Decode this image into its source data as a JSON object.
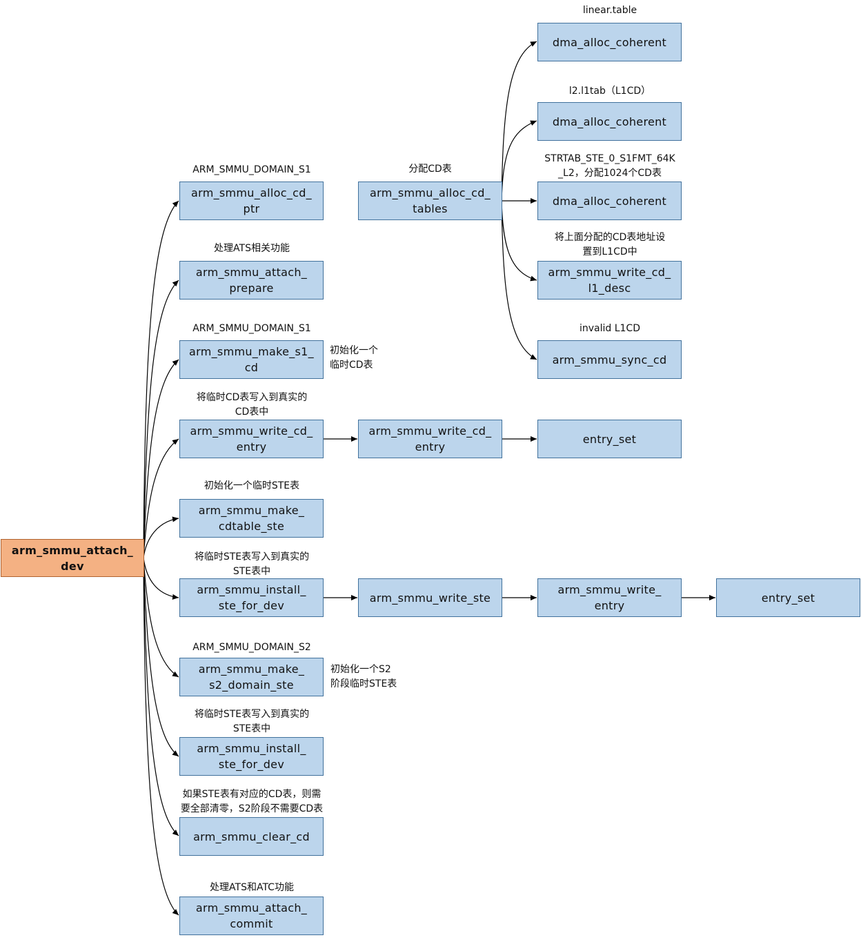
{
  "root": {
    "label": "arm_smmu_attach_\ndev"
  },
  "functions": {
    "alloc_cd_ptr": "arm_smmu_alloc_cd_\nptr",
    "attach_prepare": "arm_smmu_attach_\nprepare",
    "make_s1_cd": "arm_smmu_make_s1_\ncd",
    "write_cd_entry": "arm_smmu_write_cd_\nentry",
    "make_cdtable_ste": "arm_smmu_make_\ncdtable_ste",
    "install_ste_for_dev_1": "arm_smmu_install_\nste_for_dev",
    "make_s2_domain_ste": "arm_smmu_make_\ns2_domain_ste",
    "install_ste_for_dev_2": "arm_smmu_install_\nste_for_dev",
    "clear_cd": "arm_smmu_clear_cd",
    "attach_commit": "arm_smmu_attach_\ncommit",
    "alloc_cd_tables": "arm_smmu_alloc_cd_\ntables",
    "write_cd_entry_inner": "arm_smmu_write_cd_\nentry",
    "entry_set_cd": "entry_set",
    "write_ste": "arm_smmu_write_ste",
    "write_entry": "arm_smmu_write_\nentry",
    "entry_set_ste": "entry_set",
    "dma_alloc_1": "dma_alloc_coherent",
    "dma_alloc_2": "dma_alloc_coherent",
    "dma_alloc_3": "dma_alloc_coherent",
    "write_cd_l1_desc": "arm_smmu_write_cd_\nl1_desc",
    "sync_cd": "arm_smmu_sync_cd"
  },
  "notes": {
    "alloc_cd_ptr": "ARM_SMMU_DOMAIN_S1",
    "attach_prepare": "处理ATS相关功能",
    "make_s1_cd": "ARM_SMMU_DOMAIN_S1",
    "make_s1_cd_side": "初始化一个\n临时CD表",
    "write_cd_entry": "将临时CD表写入到真实的\nCD表中",
    "make_cdtable_ste": "初始化一个临时STE表",
    "install_ste_1": "将临时STE表写入到真实的\nSTE表中",
    "make_s2_domain_ste": "ARM_SMMU_DOMAIN_S2",
    "make_s2_side": "初始化一个S2\n阶段临时STE表",
    "install_ste_2": "将临时STE表写入到真实的\nSTE表中",
    "clear_cd": "如果STE表有对应的CD表，则需\n要全部清零，S2阶段不需要CD表",
    "attach_commit": "处理ATS和ATC功能",
    "alloc_cd_tables": "分配CD表",
    "dma_alloc_1": "linear.table",
    "dma_alloc_2": "l2.l1tab（L1CD）",
    "dma_alloc_3": "STRTAB_STE_0_S1FMT_64K\n_L2，分配1024个CD表",
    "write_cd_l1_desc": "将上面分配的CD表地址设\n置到L1CD中",
    "sync_cd": "invalid L1CD"
  }
}
